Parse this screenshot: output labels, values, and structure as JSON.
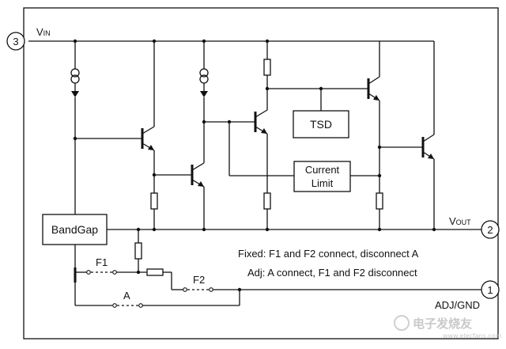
{
  "pins": {
    "vin": {
      "number": "3",
      "label_main": "V",
      "label_sub": "IN"
    },
    "vout": {
      "number": "2",
      "label_main": "V",
      "label_sub": "OUT"
    },
    "adj": {
      "number": "1",
      "label": "ADJ/GND"
    }
  },
  "blocks": {
    "bandgap": "BandGap",
    "tsd": "TSD",
    "current_limit_line1": "Current",
    "current_limit_line2": "Limit"
  },
  "fuses": {
    "f1": "F1",
    "f2": "F2",
    "a": "A"
  },
  "notes": {
    "fixed": "Fixed:  F1 and F2 connect, disconnect A",
    "adj": "Adj:  A connect, F1 and F2 disconnect"
  },
  "watermark": {
    "text": "电子发烧友",
    "url": "www.elecfans.com"
  }
}
